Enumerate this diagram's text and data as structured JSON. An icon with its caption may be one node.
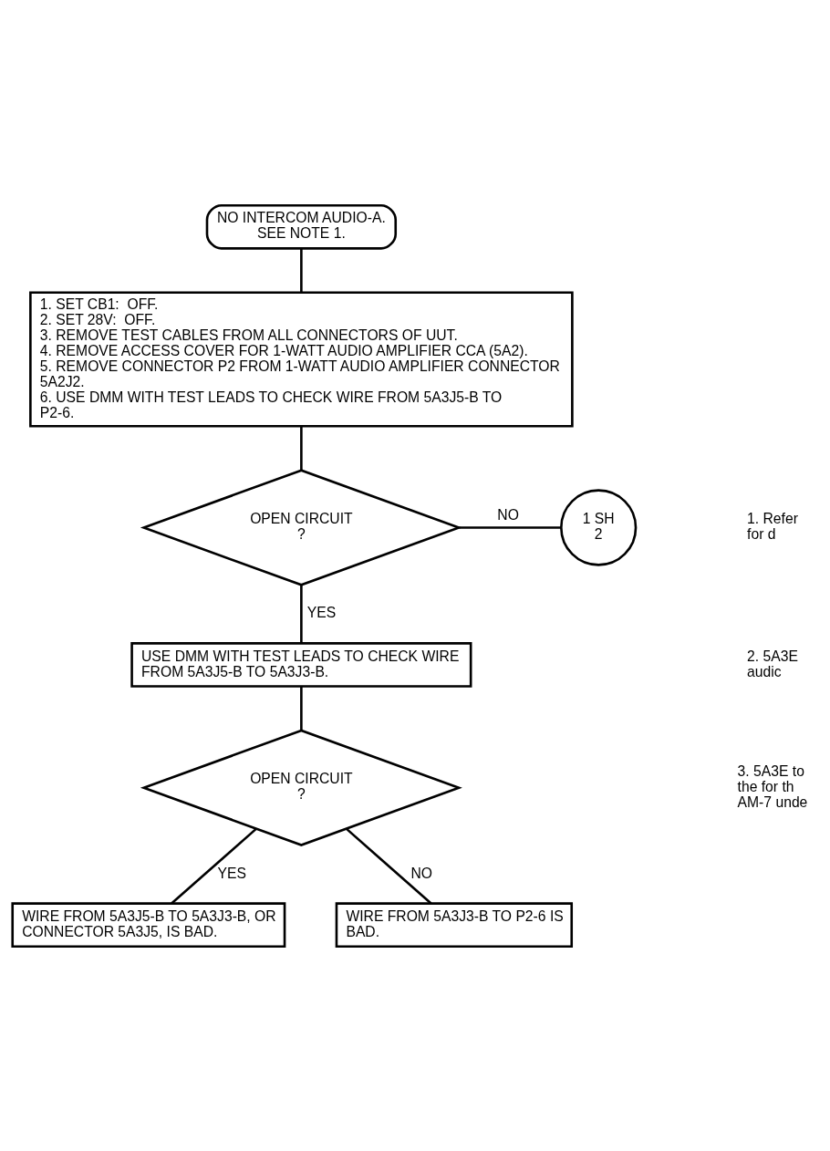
{
  "diagram": {
    "nodes": [
      {
        "text": [
          "NO INTERCOM AUDIO-A. SEE NOTE 1."
        ]
      },
      {
        "text": [
          "1. SET CB1:  OFF.",
          "2. SET 28V:  OFF.",
          "3. REMOVE TEST CABLES FROM ALL CONNECTORS OF UUT.",
          "4. REMOVE ACCESS COVER FOR 1-WATT AUDIO AMPLIFIER CCA (5A2).",
          "5. REMOVE CONNECTOR P2 FROM 1-WATT AUDIO AMPLIFIER CONNECTOR 5A2J2.",
          "6. USE DMM WITH TEST LEADS TO CHECK WIRE FROM 5A3J5-B TO P2-6."
        ]
      },
      {
        "text": [
          "OPEN CIRCUIT",
          "?"
        ]
      },
      {
        "text": [
          "1 SH 2"
        ]
      },
      {
        "text": [
          "USE DMM WITH TEST LEADS TO CHECK WIRE FROM 5A3J5-B TO 5A3J3-B."
        ]
      },
      {
        "text": [
          "OPEN CIRCUIT",
          "?"
        ]
      },
      {
        "text": [
          "WIRE FROM 5A3J5-B TO 5A3J3-B, OR CONNECTOR 5A3J5, IS BAD."
        ]
      },
      {
        "text": [
          "WIRE FROM 5A3J3-B TO P2-6 IS BAD."
        ]
      }
    ],
    "edges": [
      {
        "from": 0,
        "to": 1,
        "arrow": "none"
      },
      {
        "from": 1,
        "to": 2,
        "arrow": "none"
      },
      {
        "from": 2,
        "to": 3,
        "arrow": "none",
        "label": "NO"
      },
      {
        "from": 2,
        "to": 4,
        "arrow": "none",
        "label": "YES"
      },
      {
        "from": 4,
        "to": 5,
        "arrow": "none"
      },
      {
        "from": 5,
        "to": 6,
        "arrow": "none",
        "label": "YES"
      },
      {
        "from": 5,
        "to": 7,
        "arrow": "none",
        "label": "NO"
      }
    ],
    "labels": [
      "1. Refer for d",
      "2. 5A3E audic",
      "3. 5A3E to the for th AM-7 unde"
    ]
  }
}
